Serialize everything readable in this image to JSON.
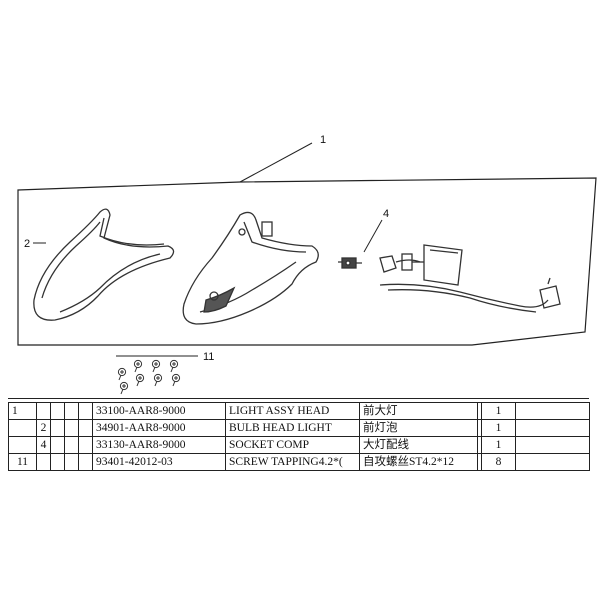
{
  "diagram": {
    "callouts": {
      "light_assy": "1",
      "lens": "2",
      "socket": "4",
      "screws": "11"
    }
  },
  "parts_table": {
    "rows": [
      {
        "ref_a": "1",
        "ref_b": "",
        "ref_c": "",
        "ref_d": "",
        "ref_e": "",
        "part_no": "33100-AAR8-9000",
        "desc_en": "LIGHT ASSY HEAD",
        "desc_cn": "前大灯",
        "blank": "",
        "qty": "1",
        "note": ""
      },
      {
        "ref_a": "",
        "ref_b": "2",
        "ref_c": "",
        "ref_d": "",
        "ref_e": "",
        "part_no": "34901-AAR8-9000",
        "desc_en": "BULB HEAD LIGHT",
        "desc_cn": "前灯泡",
        "blank": "",
        "qty": "1",
        "note": ""
      },
      {
        "ref_a": "",
        "ref_b": "4",
        "ref_c": "",
        "ref_d": "",
        "ref_e": "",
        "part_no": "33130-AAR8-9000",
        "desc_en": "SOCKET COMP",
        "desc_cn": "大灯配线",
        "blank": "",
        "qty": "1",
        "note": ""
      },
      {
        "ref_a": "11",
        "ref_b": "",
        "ref_c": "",
        "ref_d": "",
        "ref_e": "",
        "part_no": "93401-42012-03",
        "desc_en": "SCREW TAPPING4.2*(",
        "desc_cn": "自攻螺丝ST4.2*12",
        "blank": "",
        "qty": "8",
        "note": ""
      }
    ]
  }
}
